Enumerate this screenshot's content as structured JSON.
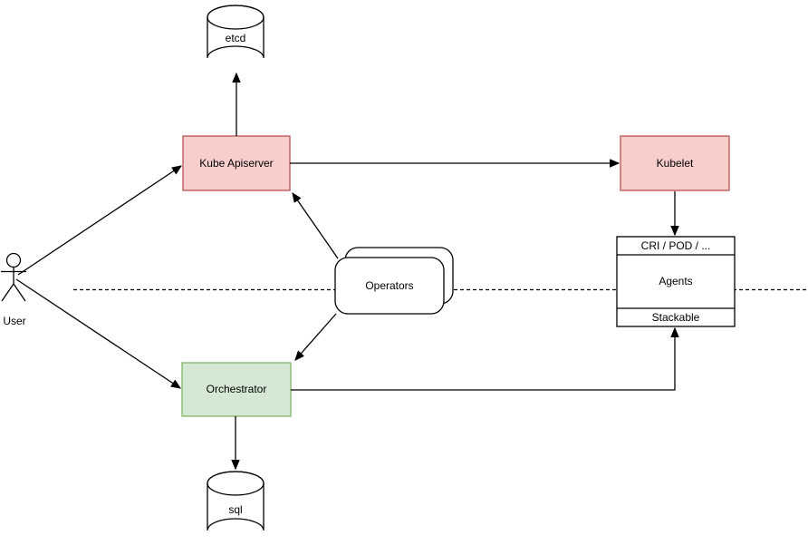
{
  "colors": {
    "red_node_fill": "#f8cecc",
    "red_node_stroke": "#b85450",
    "green_node_fill": "#d5e8d4",
    "green_node_stroke": "#82b366",
    "plain_node_fill": "#ffffff",
    "plain_node_stroke": "#000000",
    "edge": "#000000"
  },
  "nodes": {
    "etcd": {
      "label": "etcd",
      "shape": "cylinder"
    },
    "kube_apiserver": {
      "label": "Kube Apiserver",
      "shape": "rect"
    },
    "kubelet": {
      "label": "Kubelet",
      "shape": "rect"
    },
    "operators": {
      "label": "Operators",
      "shape": "stacked-rounded-rect"
    },
    "agents_stack": {
      "header": "CRI / POD / ...",
      "body": "Agents",
      "footer": "Stackable",
      "shape": "partitioned-rect"
    },
    "orchestrator": {
      "label": "Orchestrator",
      "shape": "rect"
    },
    "sql": {
      "label": "sql",
      "shape": "cylinder"
    },
    "user": {
      "label": "User",
      "shape": "actor"
    }
  },
  "edges": [
    {
      "from": "user",
      "to": "kube_apiserver",
      "style": "solid-arrow"
    },
    {
      "from": "user",
      "to": "orchestrator",
      "style": "solid-arrow"
    },
    {
      "from": "kube_apiserver",
      "to": "etcd",
      "style": "solid-arrow"
    },
    {
      "from": "kube_apiserver",
      "to": "kubelet",
      "style": "solid-arrow"
    },
    {
      "from": "operators",
      "to": "kube_apiserver",
      "style": "solid-arrow"
    },
    {
      "from": "operators",
      "to": "orchestrator",
      "style": "solid-arrow"
    },
    {
      "from": "kubelet",
      "to": "agents_stack",
      "style": "solid-arrow"
    },
    {
      "from": "orchestrator",
      "to": "sql",
      "style": "solid-arrow"
    },
    {
      "from": "orchestrator",
      "to": "agents_stack",
      "style": "solid-arrow-orthogonal"
    }
  ],
  "boundary_line": {
    "style": "dashed-horizontal"
  }
}
